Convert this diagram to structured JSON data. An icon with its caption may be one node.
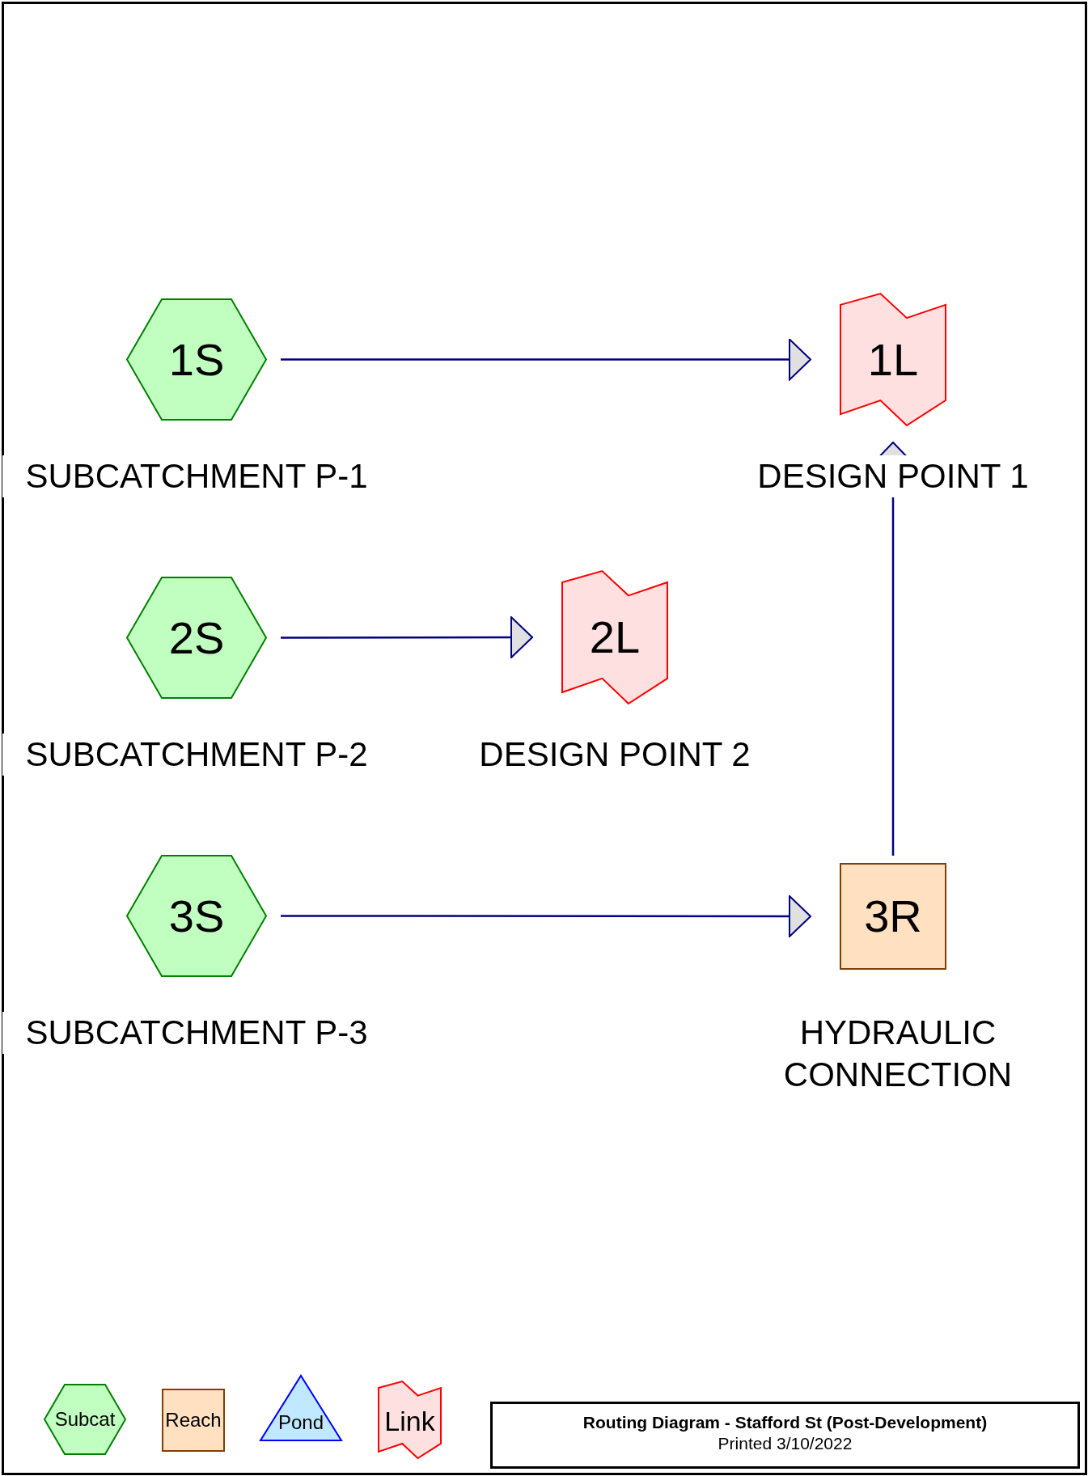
{
  "diagram": {
    "title": "Routing Diagram - Stafford St (Post-Development)",
    "nodes": [
      {
        "text": [
          "1S"
        ],
        "beside": [
          "SUBCATCHMENT P-1"
        ]
      },
      {
        "text": [
          "1L"
        ],
        "beside": [
          "DESIGN POINT 1"
        ]
      },
      {
        "text": [
          "2S"
        ],
        "beside": [
          "SUBCATCHMENT P-2"
        ]
      },
      {
        "text": [
          "2L"
        ],
        "beside": [
          "DESIGN POINT 2"
        ]
      },
      {
        "text": [
          "3S"
        ],
        "beside": [
          "SUBCATCHMENT P-3"
        ]
      },
      {
        "text": [
          "3R"
        ],
        "beside": [
          "HYDRAULIC CONNECTION"
        ]
      }
    ],
    "edges": [
      {
        "from": 0,
        "to": 1,
        "arrow": "to"
      },
      {
        "from": 2,
        "to": 3,
        "arrow": "to"
      },
      {
        "from": 4,
        "to": 5,
        "arrow": "to"
      },
      {
        "from": 5,
        "to": 1,
        "arrow": "to"
      }
    ],
    "labels": [
      "Printed 3/10/2022"
    ],
    "legend": [
      {
        "text": "Subcat"
      },
      {
        "text": "Reach"
      },
      {
        "text": "Pond"
      },
      {
        "text": "Link"
      }
    ]
  }
}
